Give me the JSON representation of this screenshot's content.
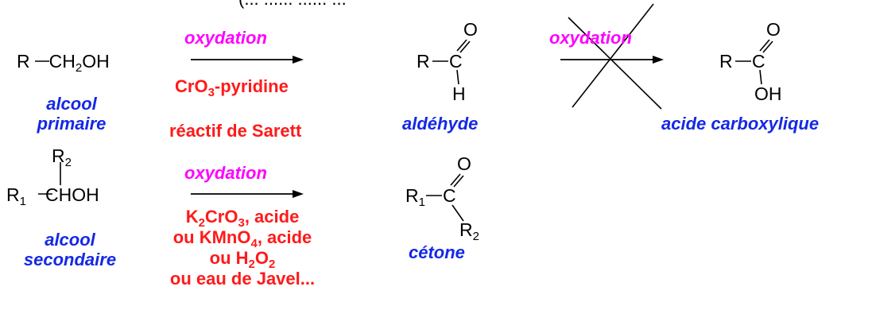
{
  "header": {
    "partial_text": "(... ...... ...... ..."
  },
  "row1": {
    "reactant": {
      "pre": "R",
      "main": "CH",
      "sub": "2",
      "post": "OH"
    },
    "reactant_name": [
      "alcool",
      "primaire"
    ],
    "arrow_label": "oxydation",
    "reagent": {
      "pre": "CrO",
      "sub": "3",
      "post": "-pyridine"
    },
    "reagent_name": "réactif de Sarett",
    "product": {
      "r": "R",
      "c": "C",
      "o": "O",
      "h": "H"
    },
    "product_name": "aldéhyde",
    "blocked_arrow_label": "oxydation",
    "acid": {
      "r": "R",
      "c": "C",
      "o": "O",
      "oh": "OH"
    },
    "acid_name": "acide carboxylique"
  },
  "row2": {
    "reactant": {
      "r1": "R",
      "r1_sub": "1",
      "main": "CHOH",
      "r2": "R",
      "r2_sub": "2"
    },
    "reactant_name": [
      "alcool",
      "secondaire"
    ],
    "arrow_label": "oxydation",
    "reagents": [
      {
        "pre": "K",
        "sub1": "2",
        "mid": "CrO",
        "sub2": "3",
        "post": ", acide"
      },
      {
        "pre": "ou KMnO",
        "sub1": "4",
        "mid": ", acide",
        "sub2": "",
        "post": ""
      },
      {
        "pre": "ou H",
        "sub1": "2",
        "mid": "O",
        "sub2": "2",
        "post": ""
      },
      {
        "pre": "ou eau de Javel...",
        "sub1": "",
        "mid": "",
        "sub2": "",
        "post": ""
      }
    ],
    "product": {
      "r1": "R",
      "r1_sub": "1",
      "c": "C",
      "o": "O",
      "r2": "R",
      "r2_sub": "2"
    },
    "product_name": "cétone"
  },
  "colors": {
    "blue": "#1428e6",
    "magenta": "#ff00ff",
    "red": "#ff1a1a"
  }
}
